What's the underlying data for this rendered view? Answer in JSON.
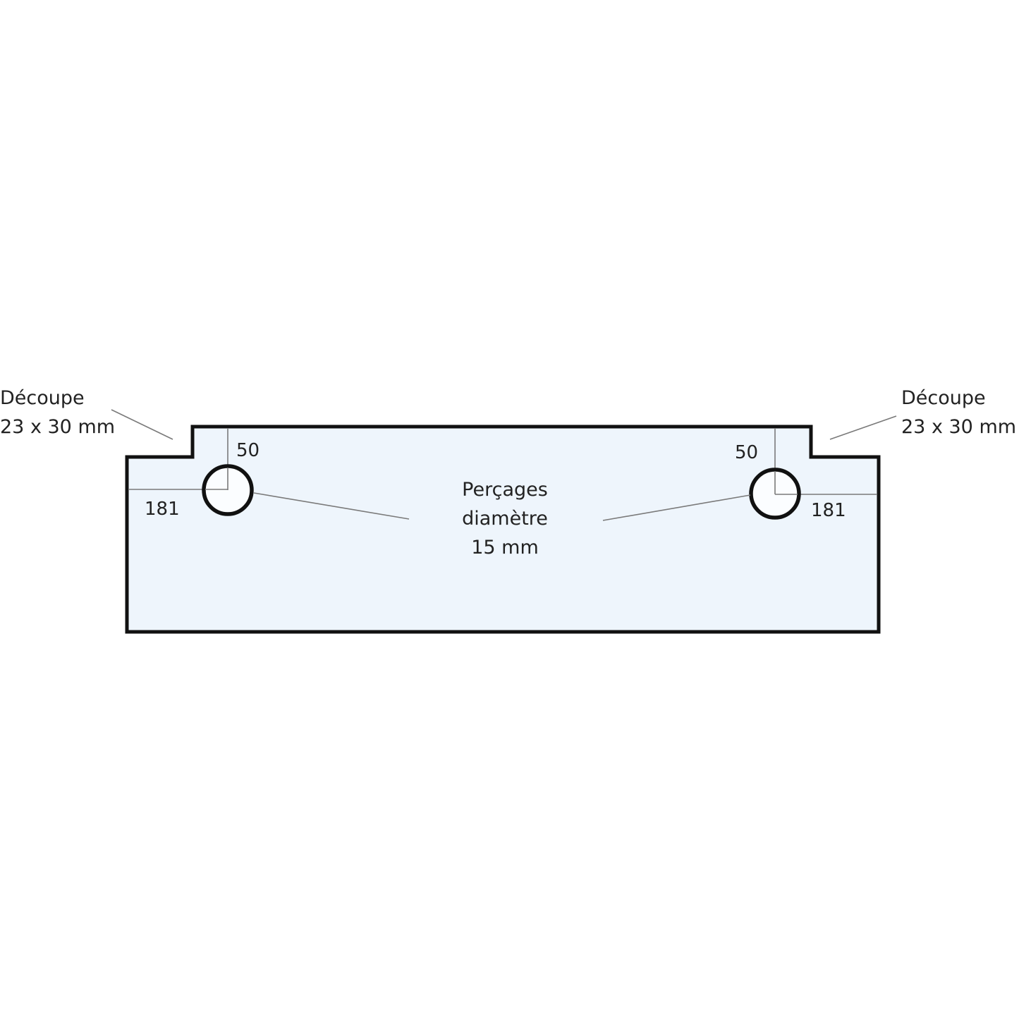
{
  "diagram": {
    "type": "technical-drawing",
    "subject": "glass panel with corner cutouts and two drill holes",
    "colors": {
      "panel_fill": "#eef5fc",
      "outline": "#111111",
      "dimension_line": "#7a7a7a",
      "text": "#222222",
      "background": "#ffffff"
    },
    "callouts": {
      "left_cutout": {
        "line1": "Découpe",
        "line2": "23 x 30 mm"
      },
      "right_cutout": {
        "line1": "Découpe",
        "line2": "23 x 30 mm"
      },
      "holes": {
        "line1": "Perçages",
        "line2": "diamètre",
        "line3": "15 mm"
      }
    },
    "dimensions": {
      "left_hole_vertical": "50",
      "left_hole_horizontal": "181",
      "right_hole_vertical": "50",
      "right_hole_horizontal": "181"
    }
  }
}
